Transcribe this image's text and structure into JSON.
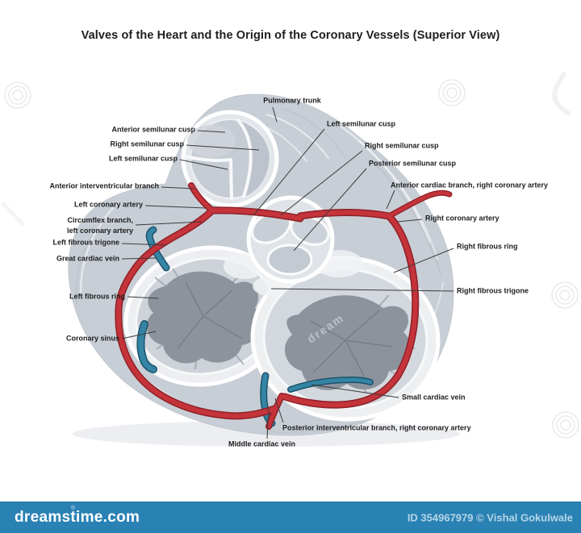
{
  "title": "Valves of the Heart and the Origin of the Coronary Vessels (Superior View)",
  "labels": [
    {
      "id": "pulmonary-trunk",
      "text": "Pulmonary trunk"
    },
    {
      "id": "anterior-semilunar-cusp",
      "text": "Anterior semilunar cusp"
    },
    {
      "id": "right-semilunar-cusp-pulmonary",
      "text": "Right semilunar cusp"
    },
    {
      "id": "left-semilunar-cusp-pulmonary",
      "text": "Left semilunar cusp"
    },
    {
      "id": "anterior-interventricular-branch",
      "text": "Anterior interventricular branch"
    },
    {
      "id": "left-coronary-artery",
      "text": "Left coronary artery"
    },
    {
      "id": "circumflex-branch",
      "text": "Circumflex branch,\nleft coronary artery"
    },
    {
      "id": "left-fibrous-trigone",
      "text": "Left fibrous trigone"
    },
    {
      "id": "great-cardiac-vein",
      "text": "Great cardiac vein"
    },
    {
      "id": "left-fibrous-ring",
      "text": "Left fibrous ring"
    },
    {
      "id": "coronary-sinus",
      "text": "Coronary sinus"
    },
    {
      "id": "left-semilunar-cusp-aortic",
      "text": "Left semilunar cusp"
    },
    {
      "id": "right-semilunar-cusp-aortic",
      "text": "Right semilunar cusp"
    },
    {
      "id": "posterior-semilunar-cusp",
      "text": "Posterior semilunar cusp"
    },
    {
      "id": "anterior-cardiac-branch",
      "text": "Anterior cardiac branch, right coronary artery"
    },
    {
      "id": "right-coronary-artery",
      "text": "Right coronary artery"
    },
    {
      "id": "right-fibrous-ring",
      "text": "Right fibrous ring"
    },
    {
      "id": "right-fibrous-trigone",
      "text": "Right fibrous trigone"
    },
    {
      "id": "small-cardiac-vein",
      "text": "Small cardiac vein"
    },
    {
      "id": "posterior-interventricular-branch",
      "text": "Posterior interventricular branch, right coronary artery"
    },
    {
      "id": "middle-cardiac-vein",
      "text": "Middle cardiac vein"
    }
  ],
  "watermark": {
    "inline_text": "dream"
  },
  "footer": {
    "logo": "dreamstime.com",
    "reg": "®",
    "id_credit": "ID 354967979 © Vishal Gokulwale"
  },
  "colors": {
    "artery_red": "#c5343b",
    "artery_dark": "#8e2026",
    "vein_teal": "#3584a4",
    "vein_dark": "#1c536d",
    "heart_body": "#c8ced6",
    "chordae_gray": "#8d939d",
    "footer_blue": "#2a82b4",
    "footer_text": "#b5d6e8"
  }
}
